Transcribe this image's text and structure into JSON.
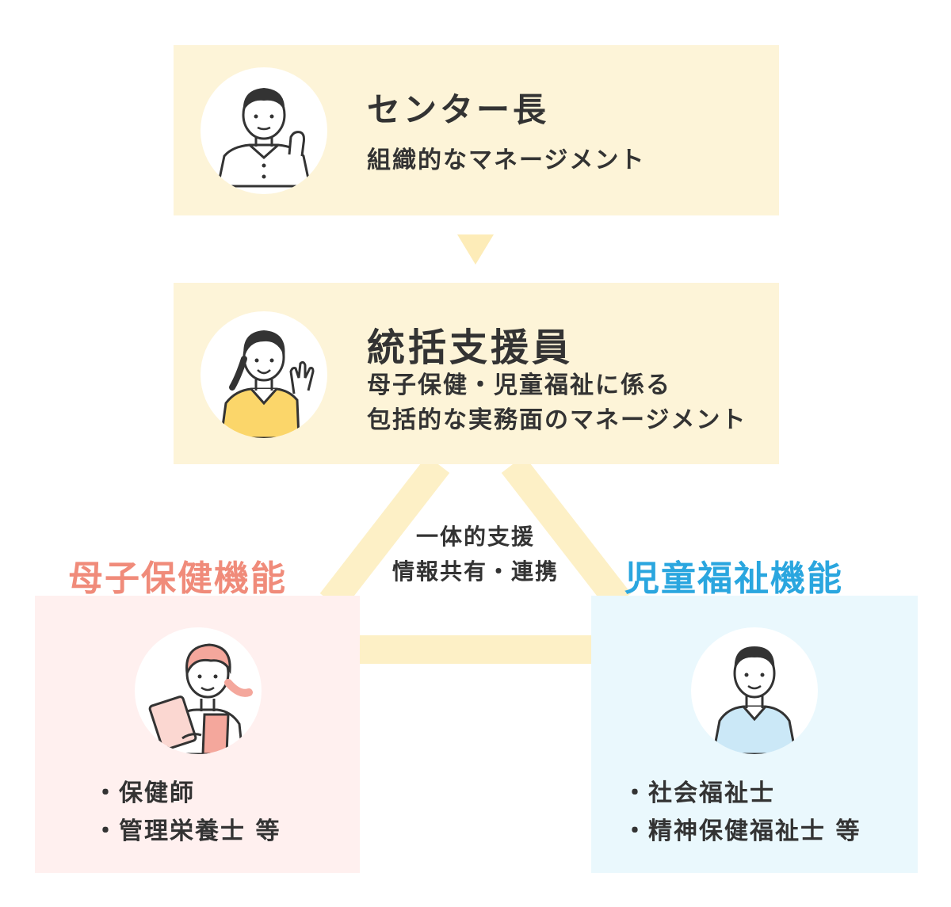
{
  "director": {
    "title": "センター長",
    "description": "組織的なマネージメント"
  },
  "coordinator": {
    "title": "統括支援員",
    "description_lines": [
      "母子保健・児童福祉に係る",
      "包括的な実務面のマネージメント"
    ]
  },
  "collaboration": {
    "lines": [
      "一体的支援",
      "情報共有・連携"
    ]
  },
  "maternal_child_health": {
    "title": "母子保健機能",
    "roles": [
      "保健師",
      "管理栄養士 等"
    ]
  },
  "child_welfare": {
    "title": "児童福祉機能",
    "roles": [
      "社会福祉士",
      "精神保健福祉士 等"
    ]
  },
  "colors": {
    "cream": "#fdf4d8",
    "connector": "#fdf0c6",
    "pink_bg": "#fff0ef",
    "blue_bg": "#eaf8fd",
    "maternal_title": "#f08b7a",
    "welfare_title": "#2aa6df",
    "text": "#333333"
  }
}
